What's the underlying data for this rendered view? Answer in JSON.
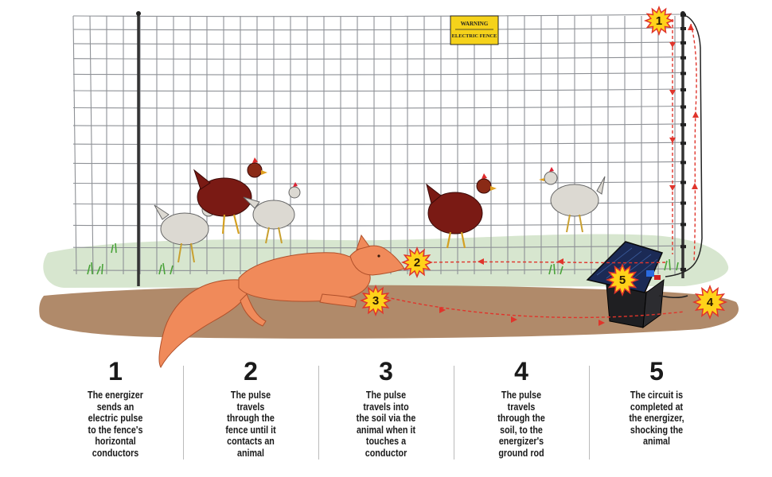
{
  "sign": {
    "line1": "WARNING",
    "line2": "ELECTRIC FENCE"
  },
  "bursts": [
    "1",
    "2",
    "3",
    "4",
    "5"
  ],
  "steps": [
    {
      "number": "1",
      "text": "The energizer\nsends an\nelectric pulse\nto the fence's\nhorizontal\nconductors"
    },
    {
      "number": "2",
      "text": "The pulse\ntravels\nthrough the\nfence until it\ncontacts an\nanimal"
    },
    {
      "number": "3",
      "text": "The pulse\ntravels into\nthe soil via the\nanimal when it\ntouches a\nconductor"
    },
    {
      "number": "4",
      "text": "The pulse\ntravels\nthrough the\nsoil, to the\nenergizer's\nground rod"
    },
    {
      "number": "5",
      "text": "The circuit is\ncompleted at\nthe energizer,\nshocking the\nanimal"
    }
  ],
  "colors": {
    "pulse": "#e0342b",
    "burst": "#ffd21a",
    "burst_edge": "#e0342b",
    "soil": "#b08a6a",
    "grass": "#d7e6cf",
    "fence": "#8e9196"
  }
}
